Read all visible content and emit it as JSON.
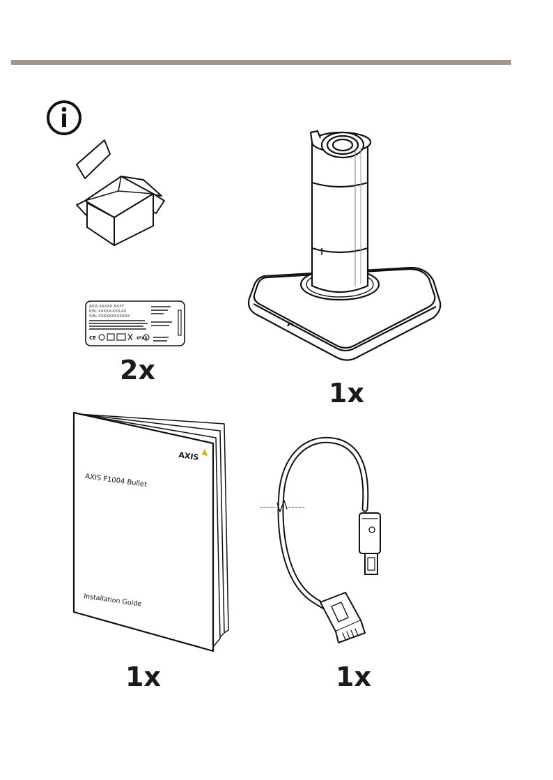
{
  "header": {
    "rule_color": "#a0968c",
    "info_icon": "info-icon"
  },
  "items": {
    "box": {
      "icon": "box-icon"
    },
    "label": {
      "icon": "label-sticker-icon",
      "quantity": "2x",
      "lines": [
        "AXIS XXXXX XX-YT",
        "P/N: XXXXX-XXX-XX",
        "S/N: XXXXXXXXXXXX"
      ]
    },
    "stand": {
      "icon": "camera-stand-icon",
      "quantity": "1x"
    },
    "guide": {
      "icon": "booklet-icon",
      "quantity": "1x",
      "brand": "AXIS",
      "title": "AXIS F1004 Bullet",
      "footer": "Installation Guide"
    },
    "cable": {
      "icon": "cable-icon",
      "quantity": "1x"
    }
  }
}
